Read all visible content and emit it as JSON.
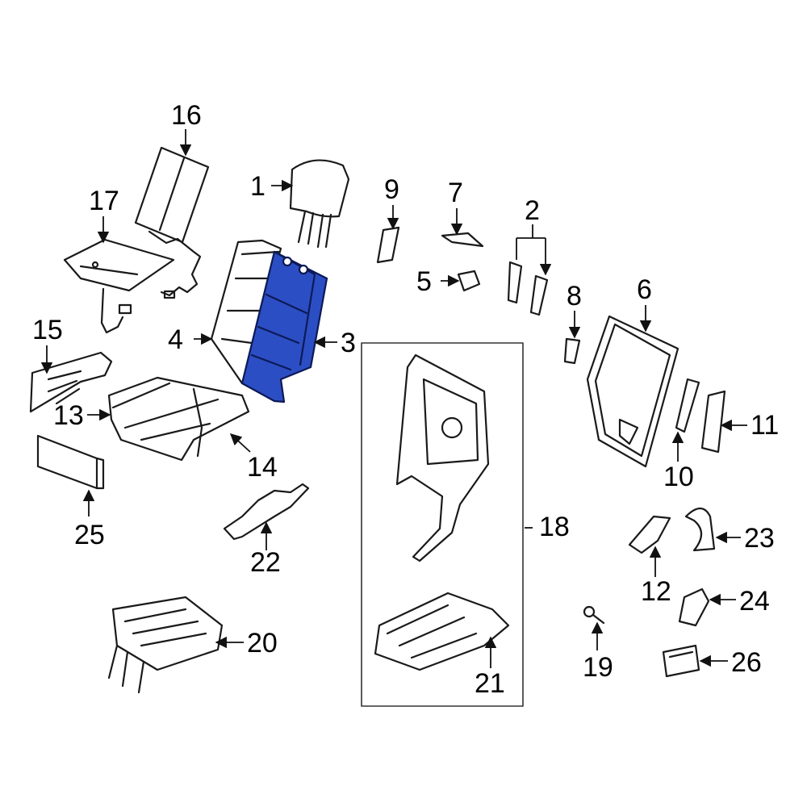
{
  "diagram": {
    "highlight_color": "#2c4ec4",
    "line_color": "#1a1a1a",
    "parts": [
      {
        "id": "p1",
        "callout": "1",
        "icon": "headrest-icon"
      },
      {
        "id": "p2",
        "callout": "2",
        "icon": "headrest-guide-icon"
      },
      {
        "id": "p3",
        "callout": "3",
        "icon": "seat-back-cover-icon",
        "highlighted": true
      },
      {
        "id": "p4",
        "callout": "4",
        "icon": "seat-back-pad-icon"
      },
      {
        "id": "p5",
        "callout": "5",
        "icon": "clip-icon"
      },
      {
        "id": "p6",
        "callout": "6",
        "icon": "back-panel-icon"
      },
      {
        "id": "p7",
        "callout": "7",
        "icon": "bracket-icon"
      },
      {
        "id": "p8",
        "callout": "8",
        "icon": "clip-icon"
      },
      {
        "id": "p9",
        "callout": "9",
        "icon": "trim-cap-icon"
      },
      {
        "id": "p10",
        "callout": "10",
        "icon": "latch-handle-icon"
      },
      {
        "id": "p11",
        "callout": "11",
        "icon": "trim-cover-icon"
      },
      {
        "id": "p12",
        "callout": "12",
        "icon": "bracket-icon"
      },
      {
        "id": "p13",
        "callout": "13",
        "icon": "cushion-pad-icon"
      },
      {
        "id": "p14",
        "callout": "14",
        "icon": "cushion-cover-icon"
      },
      {
        "id": "p15",
        "callout": "15",
        "icon": "side-trim-icon"
      },
      {
        "id": "p16",
        "callout": "16",
        "icon": "heater-element-icon"
      },
      {
        "id": "p17",
        "callout": "17",
        "icon": "cushion-heater-icon"
      },
      {
        "id": "p18",
        "callout": "18",
        "icon": "frame-assembly-icon"
      },
      {
        "id": "p19",
        "callout": "19",
        "icon": "bolt-icon"
      },
      {
        "id": "p20",
        "callout": "20",
        "icon": "cushion-frame-icon"
      },
      {
        "id": "p21",
        "callout": "21",
        "icon": "base-frame-icon"
      },
      {
        "id": "p22",
        "callout": "22",
        "icon": "harness-icon"
      },
      {
        "id": "p23",
        "callout": "23",
        "icon": "strap-icon"
      },
      {
        "id": "p24",
        "callout": "24",
        "icon": "cover-cap-icon"
      },
      {
        "id": "p25",
        "callout": "25",
        "icon": "pocket-panel-icon"
      },
      {
        "id": "p26",
        "callout": "26",
        "icon": "latch-icon"
      }
    ]
  }
}
